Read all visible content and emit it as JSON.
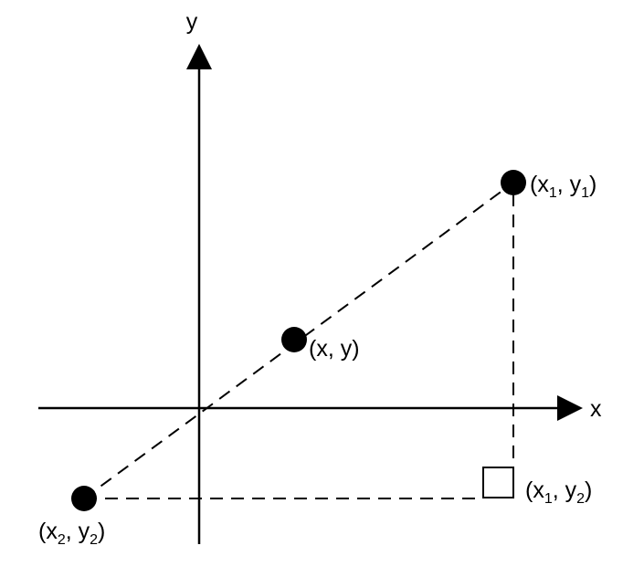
{
  "axes": {
    "x_label": "x",
    "y_label": "y"
  },
  "points": {
    "p1": {
      "open": "(x",
      "s1": "1",
      "mid": ", y",
      "s2": "1",
      "close": ")"
    },
    "p": {
      "text": "(x, y)"
    },
    "p2": {
      "open": "(x",
      "s1": "2",
      "mid": ", y",
      "s2": "2",
      "close": ")"
    },
    "corner": {
      "open": "(x",
      "s1": "1",
      "mid": ", y",
      "s2": "2",
      "close": ")"
    }
  },
  "colors": {
    "ink": "#000000",
    "background": "#ffffff"
  }
}
